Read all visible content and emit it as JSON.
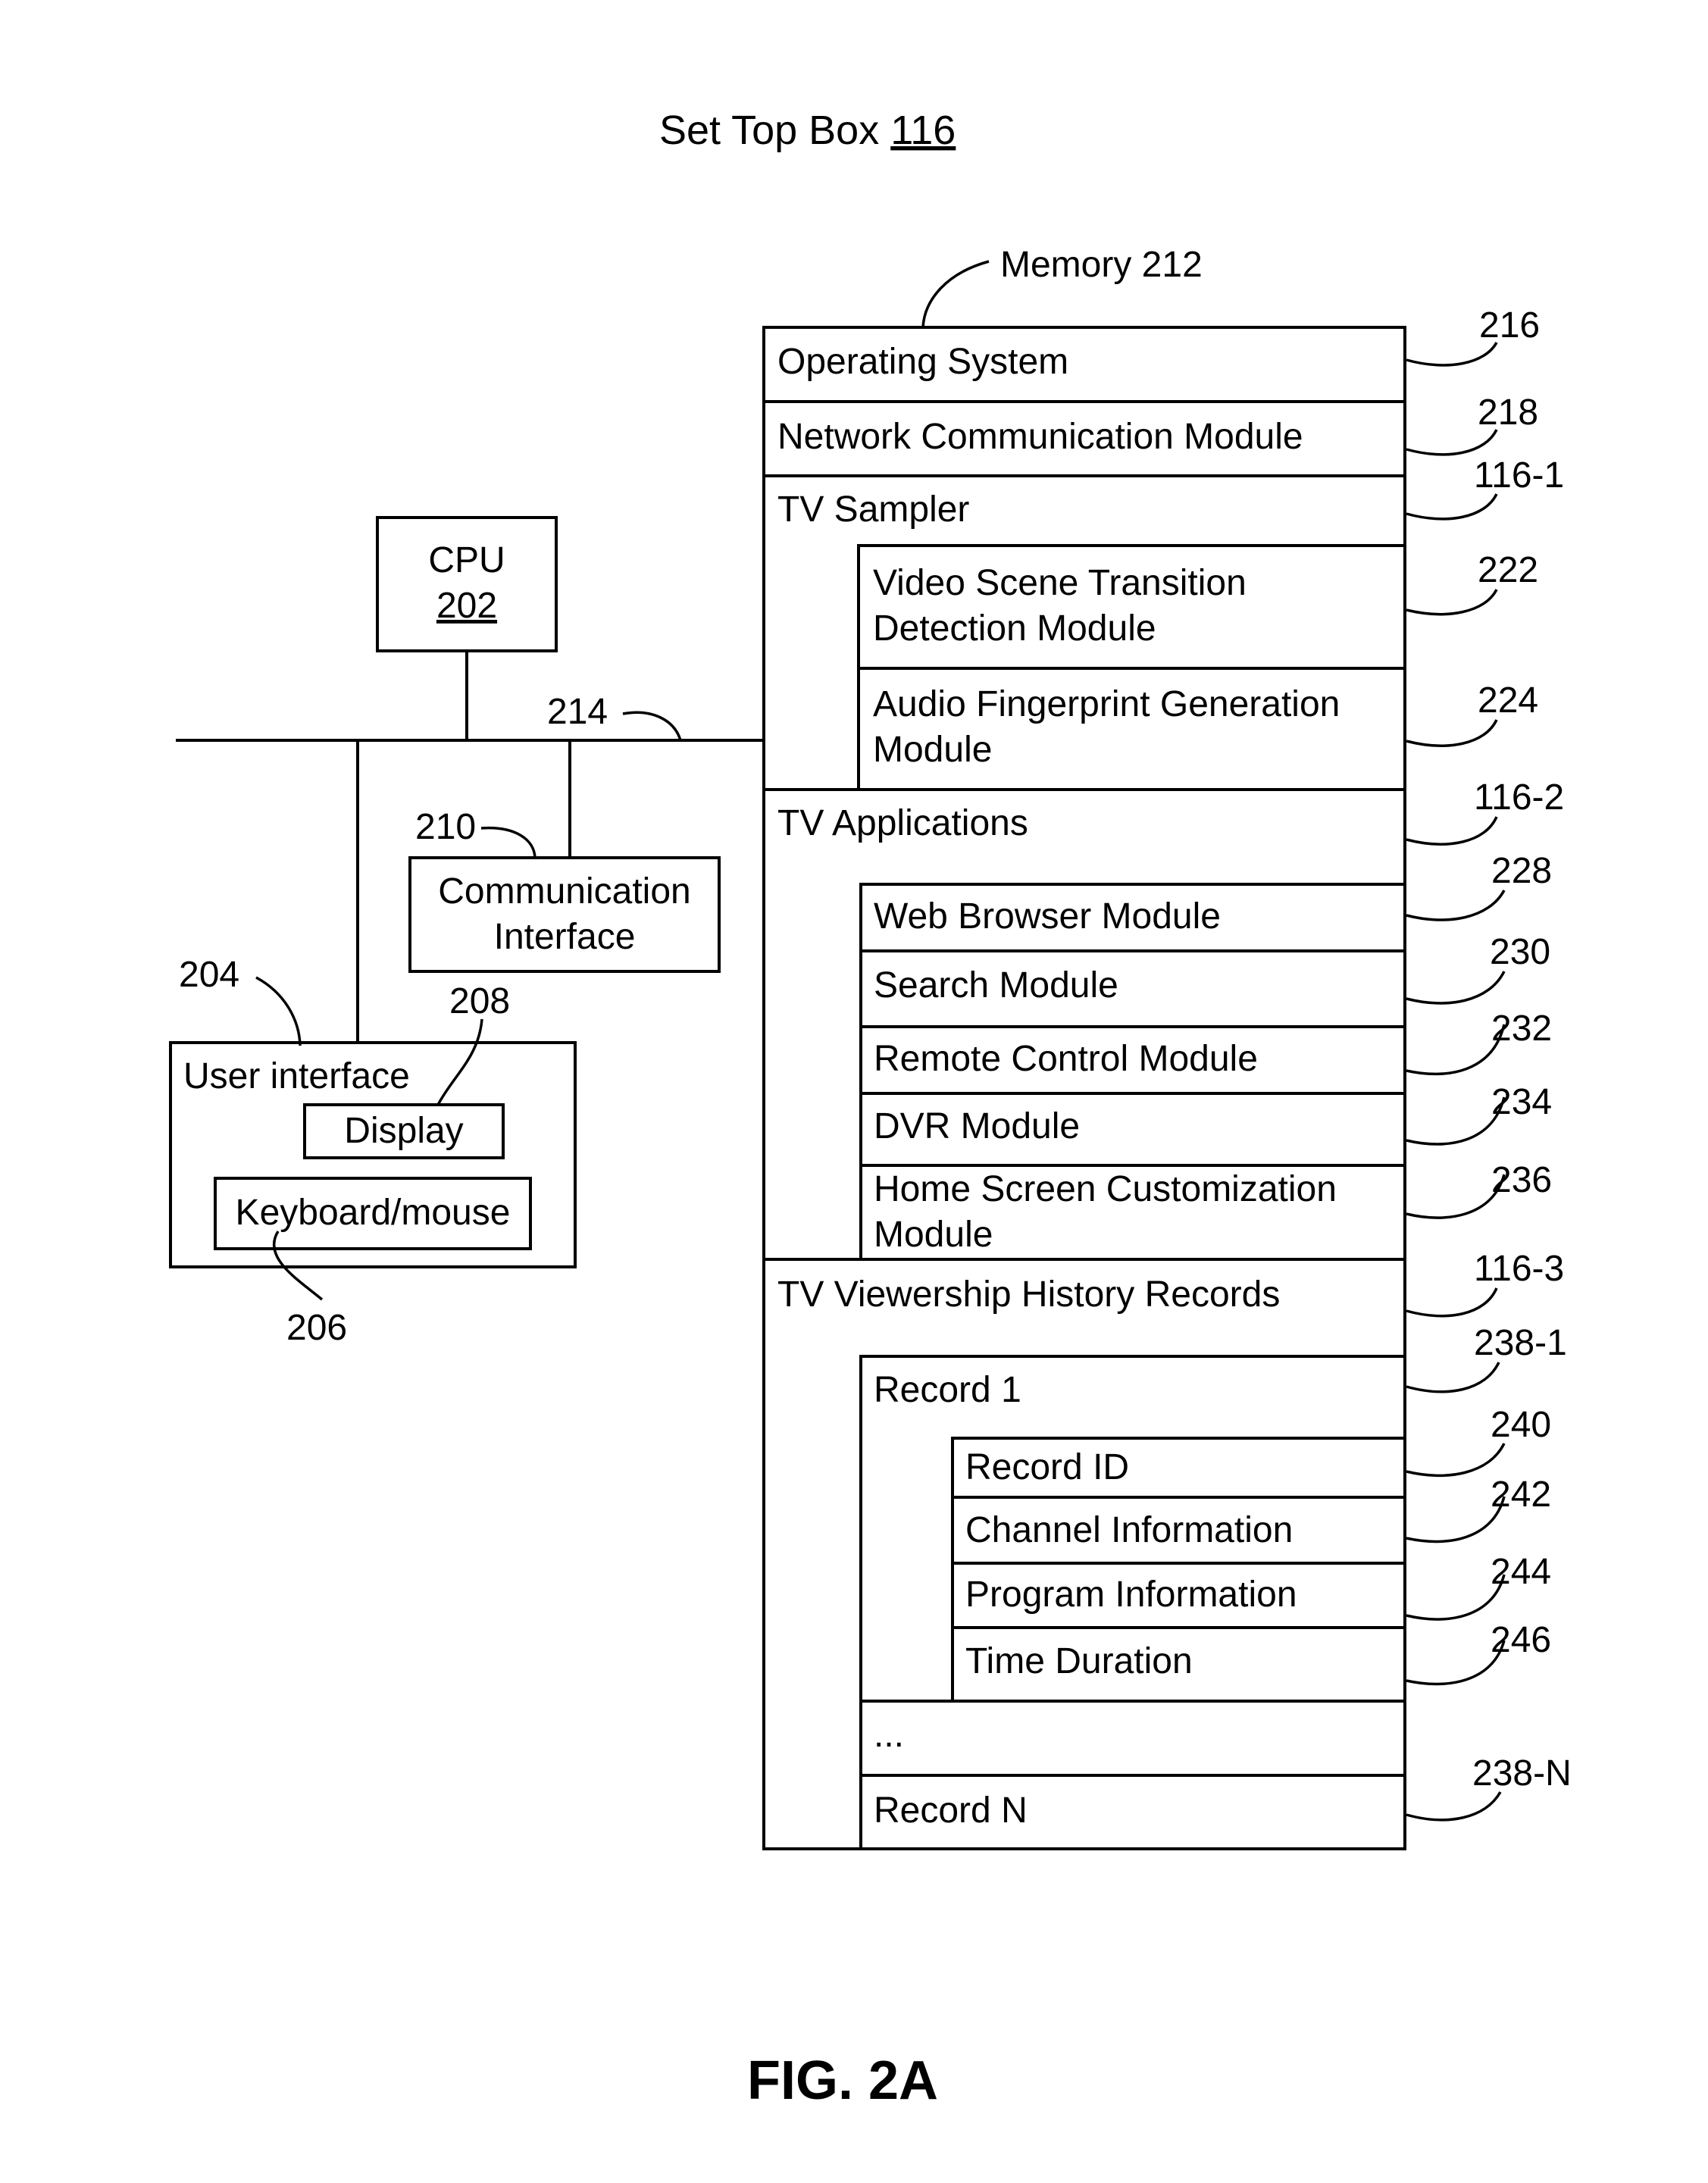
{
  "title": {
    "text": "Set Top Box",
    "number": "116"
  },
  "memory_label": "Memory 212",
  "cpu": {
    "label": "CPU",
    "number": "202"
  },
  "bus_ref": "214",
  "comm": {
    "ref": "210",
    "line1": "Communication",
    "line2": "Interface"
  },
  "ui": {
    "ref": "204",
    "label": "User interface",
    "display": "Display",
    "display_ref": "208",
    "keyboard": "Keyboard/mouse",
    "keyboard_ref": "206"
  },
  "memory": {
    "operating_system": {
      "label": "Operating System",
      "ref": "216"
    },
    "network_module": {
      "label": "Network Communication Module",
      "ref": "218"
    },
    "tv_sampler": {
      "label": "TV Sampler",
      "ref": "116-1",
      "video_scene": {
        "line1": "Video Scene Transition",
        "line2": "Detection Module",
        "ref": "222"
      },
      "audio_fp": {
        "line1": "Audio Fingerprint Generation",
        "line2": "Module",
        "ref": "224"
      }
    },
    "tv_applications": {
      "label": "TV Applications",
      "ref": "116-2",
      "web_browser": {
        "label": "Web Browser Module",
        "ref": "228"
      },
      "search": {
        "label": "Search Module",
        "ref": "230"
      },
      "remote_control": {
        "label": "Remote Control Module",
        "ref": "232"
      },
      "dvr": {
        "label": "DVR Module",
        "ref": "234"
      },
      "home_screen": {
        "line1": "Home Screen Customization",
        "line2": "Module",
        "ref": "236"
      }
    },
    "viewership": {
      "label": "TV Viewership History Records",
      "ref": "116-3",
      "record1": {
        "label": "Record 1",
        "ref": "238-1"
      },
      "record_id": {
        "label": "Record ID",
        "ref": "240"
      },
      "channel_info": {
        "label": "Channel Information",
        "ref": "242"
      },
      "program_info": {
        "label": "Program Information",
        "ref": "244"
      },
      "time_duration": {
        "label": "Time Duration",
        "ref": "246"
      },
      "ellipsis": "...",
      "recordN": {
        "label": "Record N",
        "ref": "238-N"
      }
    }
  },
  "figure_label": "FIG. 2A"
}
